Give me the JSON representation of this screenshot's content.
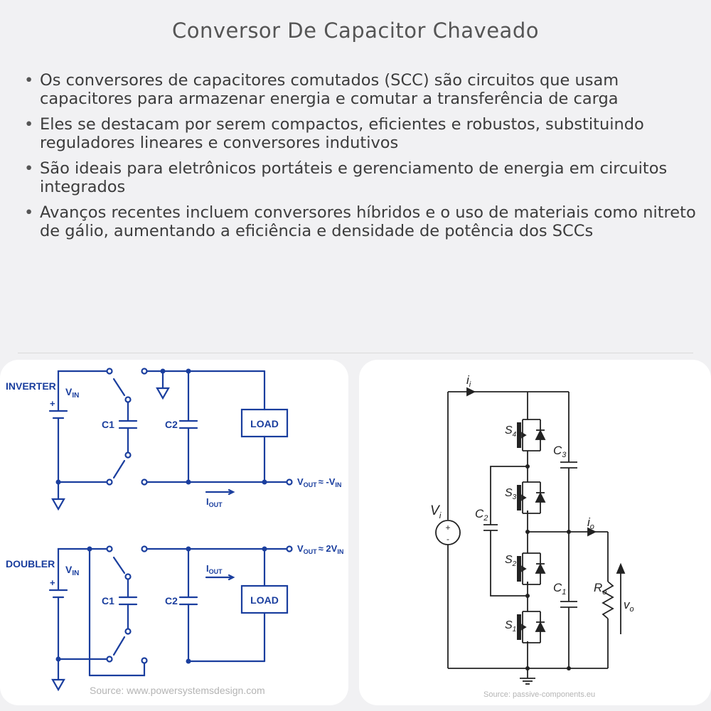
{
  "title": "Conversor De Capacitor Chaveado",
  "bullets": [
    "Os conversores de capacitores comutados (SCC) são circuitos que usam capacitores para armazenar energia e comutar a transferência de carga",
    "Eles se destacam por serem compactos, eficientes e robustos, substituindo reguladores lineares e conversores indutivos",
    "São ideais para eletrônicos portáteis e gerenciamento de energia em circuitos integrados",
    "Avanços recentes incluem conversores híbridos e o uso de materiais como nitreto de gálio, aumentando a eficiência e densidade de potência dos SCCs"
  ],
  "left_diagram": {
    "inverter_label": "INVERTER",
    "doubler_label": "DOUBLER",
    "vin": "V",
    "vin_sub": "IN",
    "plus": "+",
    "c1": "C1",
    "c2": "C2",
    "load": "LOAD",
    "iout": "I",
    "iout_sub": "OUT",
    "vout_inverter": "≈ -V",
    "vout_doubler": "≈ 2V",
    "vout": "V",
    "vout_sub": "OUT",
    "in_sub": "IN",
    "source": "Source: www.powersystemsdesign.com",
    "color": "#1a3e9e"
  },
  "right_diagram": {
    "ii": "i",
    "ii_sub": "i",
    "io": "i",
    "io_sub": "o",
    "vi": "V",
    "vi_sub": "i",
    "vo": "v",
    "vo_sub": "o",
    "ro": "R",
    "ro_sub": "o",
    "s1": "S",
    "s1_sub": "1",
    "s2": "S",
    "s2_sub": "2",
    "s3": "S",
    "s3_sub": "3",
    "s4": "S",
    "s4_sub": "4",
    "c1": "C",
    "c1_sub": "1",
    "c2": "C",
    "c2_sub": "2",
    "c3": "C",
    "c3_sub": "3",
    "plus": "+",
    "minus": "-",
    "source": "Source: passive-components.eu"
  }
}
